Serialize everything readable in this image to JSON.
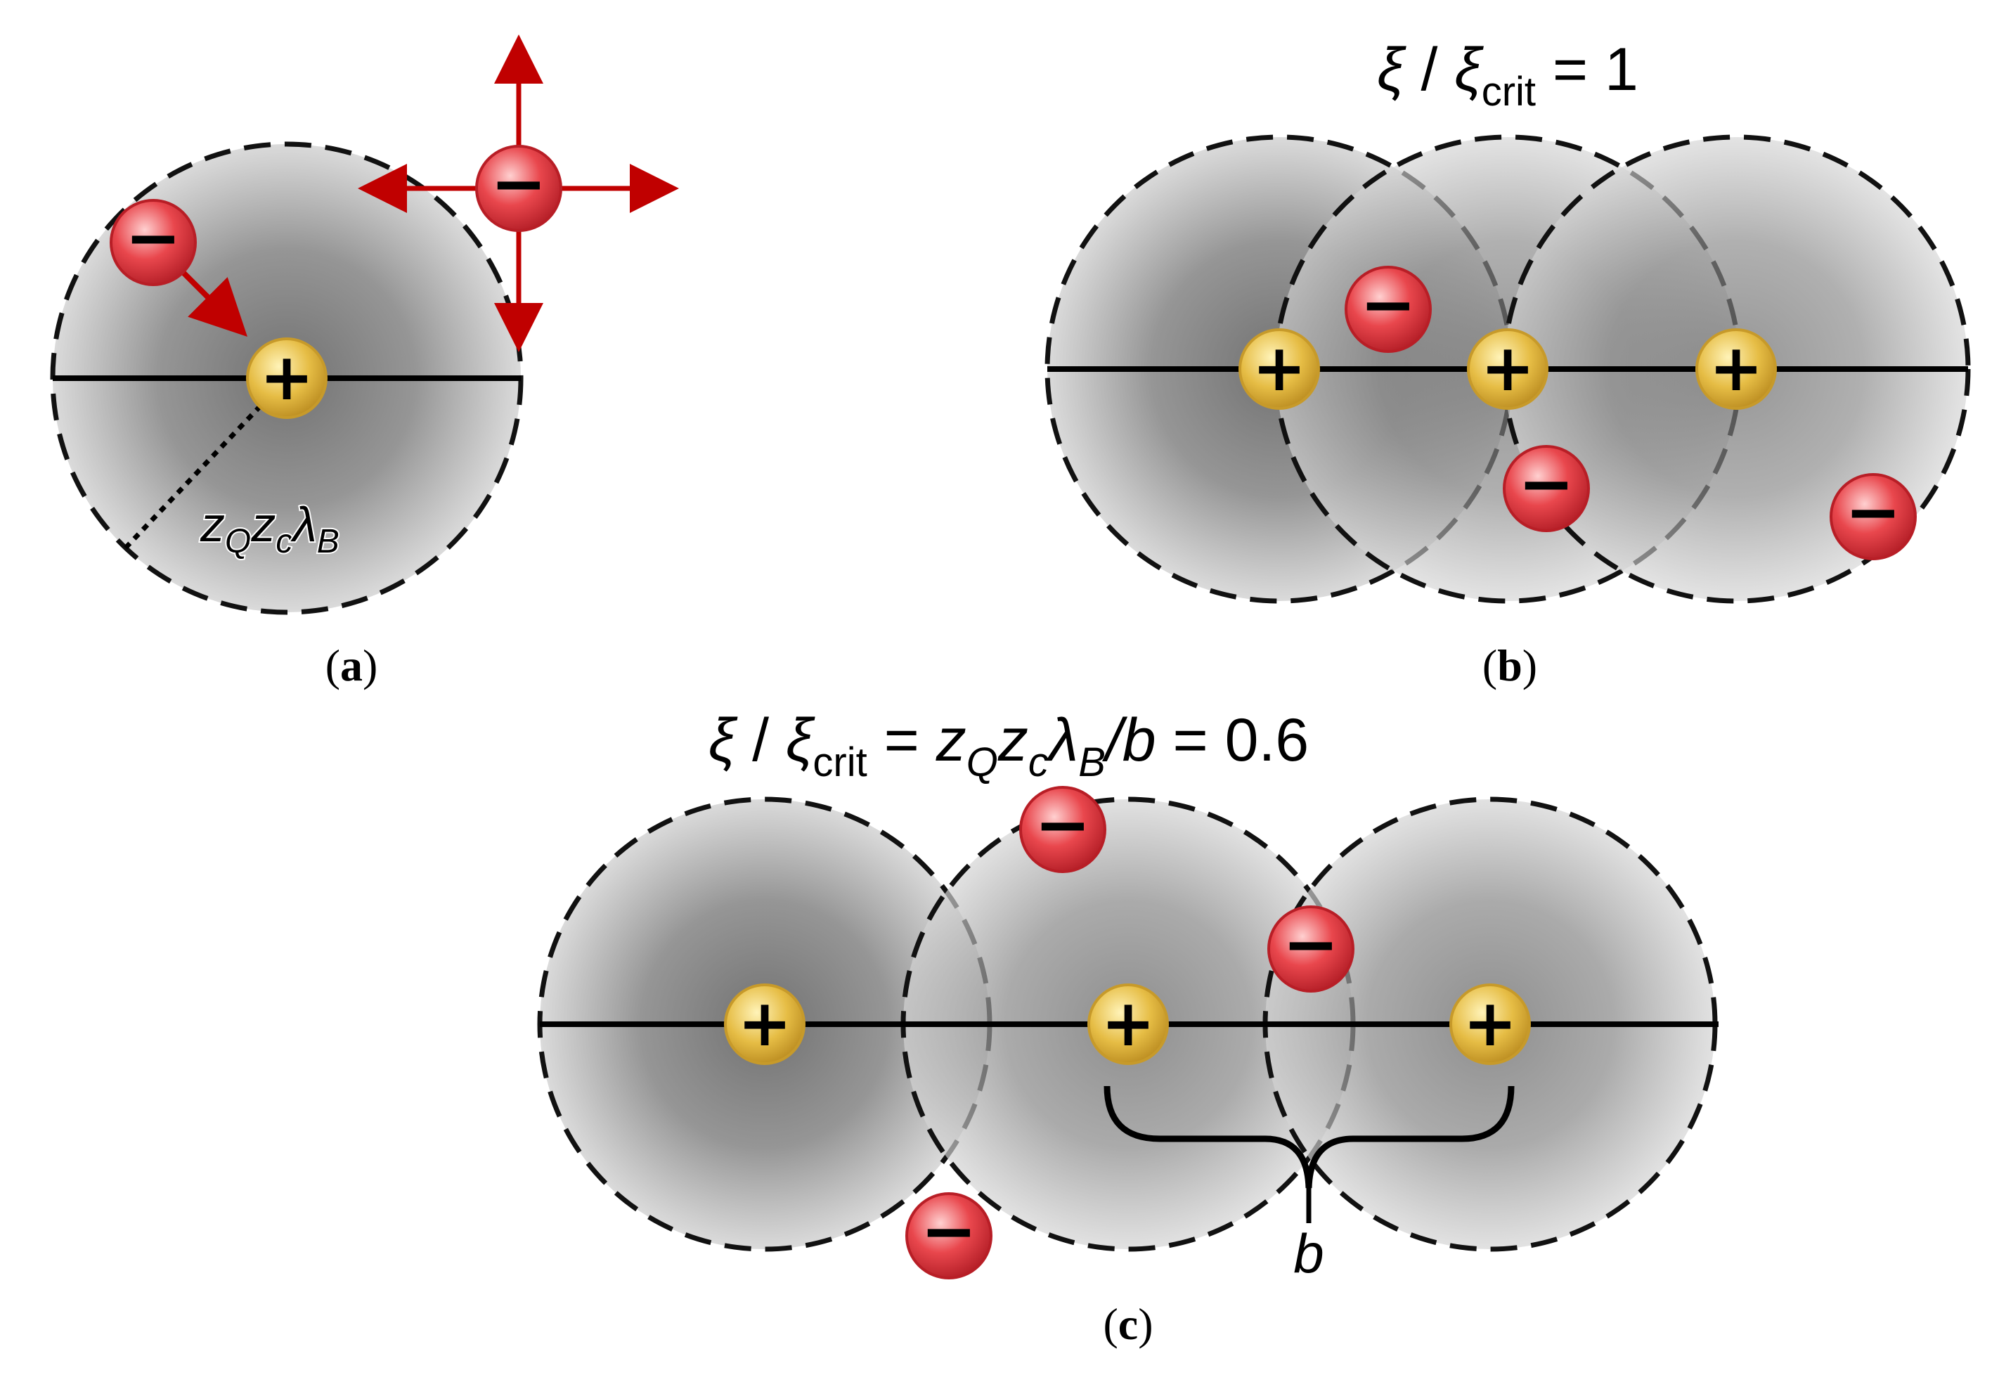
{
  "panels": {
    "a": {
      "label_open": "(",
      "label_letter": "a",
      "label_close": ")",
      "radius_label": {
        "z1": "z",
        "sub1": "Q",
        "z2": "z",
        "sub2": "c",
        "lambda": "λ",
        "sub3": "B"
      }
    },
    "b": {
      "label_open": "(",
      "label_letter": "b",
      "label_close": ")",
      "equation": {
        "xi": "ξ",
        "slash": " / ",
        "xi2": "ξ",
        "sub": "crit",
        "rest": " = 1"
      }
    },
    "c": {
      "label_open": "(",
      "label_letter": "c",
      "label_close": ")",
      "equation": {
        "xi": "ξ",
        "slash": " / ",
        "xi2": "ξ",
        "sub": "crit",
        "eq": " = ",
        "z1": "z",
        "sub1": "Q",
        "z2": "z",
        "sub2": "c",
        "lambda": "λ",
        "sub3": "B",
        "over": "/b",
        "rest": " = 0.6"
      },
      "spacing_label": "b"
    }
  },
  "symbols": {
    "plus": "+",
    "minus": "−"
  },
  "colors": {
    "cation_fill": "#e3b93f",
    "cation_edge": "#c79a2a",
    "anion_fill": "#e53b42",
    "anion_edge": "#b81e26",
    "arrow": "#c00000",
    "halo_center": "#6e6e6e",
    "halo_edge": "#cfcfcf"
  }
}
